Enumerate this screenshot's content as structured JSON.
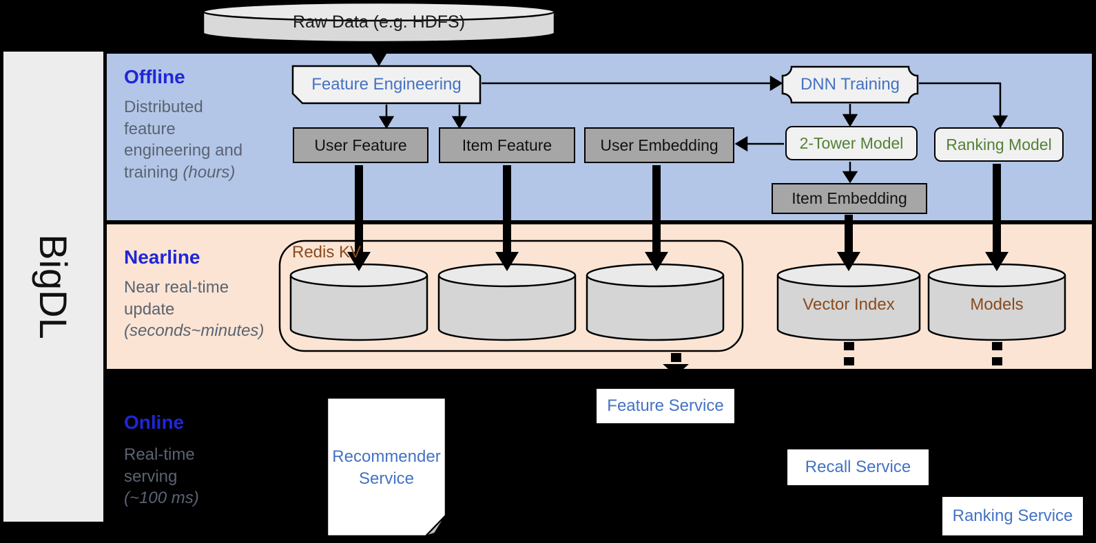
{
  "sidebar": {
    "brand": "BigDL"
  },
  "pipeline": {
    "raw_data": "Raw Data (e.g. HDFS)",
    "feature_engineering": "Feature Engineering",
    "dnn_training": "DNN Training",
    "user_feature": "User Feature",
    "item_feature": "Item Feature",
    "user_embedding": "User Embedding",
    "two_tower_model": "2-Tower Model",
    "ranking_model": "Ranking Model",
    "item_embedding": "Item Embedding",
    "redis_kv": "Redis KV",
    "vector_index": "Vector Index",
    "models": "Models",
    "recommender_service": "Recommender Service",
    "feature_service": "Feature Service",
    "recall_service": "Recall Service",
    "ranking_service": "Ranking Service"
  },
  "bands": {
    "offline": {
      "title": "Offline",
      "description": "Distributed\nfeature\nengineering and\ntraining ",
      "description_em": "(hours)"
    },
    "nearline": {
      "title": "Nearline",
      "description": "Near real-time\nupdate\n",
      "description_em": "(seconds~minutes)"
    },
    "online": {
      "title": "Online",
      "description": "Real-time\nserving\n",
      "description_em": "(~100 ms)"
    }
  },
  "colors": {
    "canvas-bg": "#000000",
    "band-offline": "#b3c6e7",
    "band-nearline": "#fbe4d3",
    "sidebar-bg": "#ededed",
    "title-blue": "#2026d6",
    "desc-gray": "#5a6372",
    "node-blue": "#4472c4",
    "node-green": "#538135",
    "node-brown": "#8a4a1d",
    "gray-node": "#a6a6a6",
    "light-node": "#f1f1f1"
  }
}
